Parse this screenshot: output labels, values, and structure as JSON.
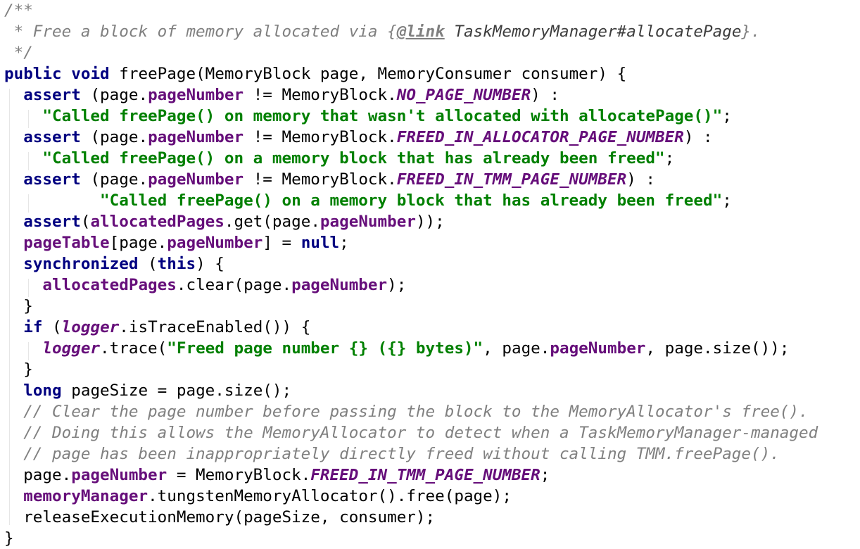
{
  "lines": [
    [
      {
        "t": "/**",
        "c": "doc"
      }
    ],
    [
      {
        "t": " * Free a block of memory allocated via {",
        "c": "doc"
      },
      {
        "t": "@link",
        "c": "doctag"
      },
      {
        "t": " ",
        "c": "doc"
      },
      {
        "t": "TaskMemoryManager#allocatePage",
        "c": "docref"
      },
      {
        "t": "}.",
        "c": "doc"
      }
    ],
    [
      {
        "t": " */",
        "c": "doc"
      }
    ],
    [
      {
        "t": "public",
        "c": "kw"
      },
      {
        "t": " "
      },
      {
        "t": "void",
        "c": "kw"
      },
      {
        "t": " freePage(MemoryBlock page, MemoryConsumer consumer) {"
      }
    ],
    [
      {
        "t": "  "
      },
      {
        "t": "assert",
        "c": "kw"
      },
      {
        "t": " (page."
      },
      {
        "t": "pageNumber",
        "c": "fld"
      },
      {
        "t": " != MemoryBlock."
      },
      {
        "t": "NO_PAGE_NUMBER",
        "c": "cst"
      },
      {
        "t": ") :"
      }
    ],
    [
      {
        "t": "    "
      },
      {
        "t": "\"Called freePage() on memory that wasn't allocated with allocatePage()\"",
        "c": "str"
      },
      {
        "t": ";"
      }
    ],
    [
      {
        "t": "  "
      },
      {
        "t": "assert",
        "c": "kw"
      },
      {
        "t": " (page."
      },
      {
        "t": "pageNumber",
        "c": "fld"
      },
      {
        "t": " != MemoryBlock."
      },
      {
        "t": "FREED_IN_ALLOCATOR_PAGE_NUMBER",
        "c": "cst"
      },
      {
        "t": ") :"
      }
    ],
    [
      {
        "t": "    "
      },
      {
        "t": "\"Called freePage() on a memory block that has already been freed\"",
        "c": "str"
      },
      {
        "t": ";"
      }
    ],
    [
      {
        "t": "  "
      },
      {
        "t": "assert",
        "c": "kw"
      },
      {
        "t": " (page."
      },
      {
        "t": "pageNumber",
        "c": "fld"
      },
      {
        "t": " != MemoryBlock."
      },
      {
        "t": "FREED_IN_TMM_PAGE_NUMBER",
        "c": "cst"
      },
      {
        "t": ") :"
      }
    ],
    [
      {
        "t": "          "
      },
      {
        "t": "\"Called freePage() on a memory block that has already been freed\"",
        "c": "str"
      },
      {
        "t": ";"
      }
    ],
    [
      {
        "t": "  "
      },
      {
        "t": "assert",
        "c": "kw"
      },
      {
        "t": "("
      },
      {
        "t": "allocatedPages",
        "c": "fld"
      },
      {
        "t": ".get(page."
      },
      {
        "t": "pageNumber",
        "c": "fld"
      },
      {
        "t": "));"
      }
    ],
    [
      {
        "t": "  "
      },
      {
        "t": "pageTable",
        "c": "fld"
      },
      {
        "t": "[page."
      },
      {
        "t": "pageNumber",
        "c": "fld"
      },
      {
        "t": "] = "
      },
      {
        "t": "null",
        "c": "kw"
      },
      {
        "t": ";"
      }
    ],
    [
      {
        "t": "  "
      },
      {
        "t": "synchronized",
        "c": "kw"
      },
      {
        "t": " ("
      },
      {
        "t": "this",
        "c": "kw"
      },
      {
        "t": ") {"
      }
    ],
    [
      {
        "t": "    "
      },
      {
        "t": "allocatedPages",
        "c": "fld"
      },
      {
        "t": ".clear(page."
      },
      {
        "t": "pageNumber",
        "c": "fld"
      },
      {
        "t": ");"
      }
    ],
    [
      {
        "t": "  }"
      }
    ],
    [
      {
        "t": "  "
      },
      {
        "t": "if",
        "c": "kw"
      },
      {
        "t": " ("
      },
      {
        "t": "logger",
        "c": "slog"
      },
      {
        "t": ".isTraceEnabled()) {"
      }
    ],
    [
      {
        "t": "    "
      },
      {
        "t": "logger",
        "c": "slog"
      },
      {
        "t": ".trace("
      },
      {
        "t": "\"Freed page number {} ({} bytes)\"",
        "c": "str"
      },
      {
        "t": ", page."
      },
      {
        "t": "pageNumber",
        "c": "fld"
      },
      {
        "t": ", page.size());"
      }
    ],
    [
      {
        "t": "  }"
      }
    ],
    [
      {
        "t": "  "
      },
      {
        "t": "long",
        "c": "kw"
      },
      {
        "t": " pageSize = page.size();"
      }
    ],
    [
      {
        "t": "  // Clear the page number before passing the block to the MemoryAllocator's free().",
        "c": "cmt"
      }
    ],
    [
      {
        "t": "  // Doing this allows the MemoryAllocator to detect when a TaskMemoryManager-managed",
        "c": "cmt"
      }
    ],
    [
      {
        "t": "  // page has been inappropriately directly freed without calling TMM.freePage().",
        "c": "cmt"
      }
    ],
    [
      {
        "t": "  page."
      },
      {
        "t": "pageNumber",
        "c": "fld"
      },
      {
        "t": " = MemoryBlock."
      },
      {
        "t": "FREED_IN_TMM_PAGE_NUMBER",
        "c": "cst"
      },
      {
        "t": ";"
      }
    ],
    [
      {
        "t": "  "
      },
      {
        "t": "memoryManager",
        "c": "fld"
      },
      {
        "t": ".tungstenMemoryAllocator().free(page);"
      }
    ],
    [
      {
        "t": "  releaseExecutionMemory(pageSize, consumer);"
      }
    ],
    [
      {
        "t": "}"
      }
    ]
  ]
}
